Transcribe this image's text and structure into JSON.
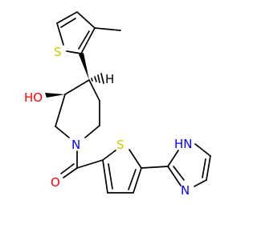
{
  "structure": {
    "colors": {
      "carbon": "#000000",
      "oxygen": "#ff0000",
      "nitrogen": "#0000ff",
      "sulfur": "#cccc00",
      "hydrogen": "#000000"
    },
    "labels": {
      "hydroxyl": "HO",
      "methyl_thiophene_s": "S",
      "stereo_h": "H",
      "piperidine_n": "N",
      "carbonyl_o": "O",
      "thiophene_s": "S",
      "imidazole_nh": "HN",
      "imidazole_n": "N"
    }
  }
}
